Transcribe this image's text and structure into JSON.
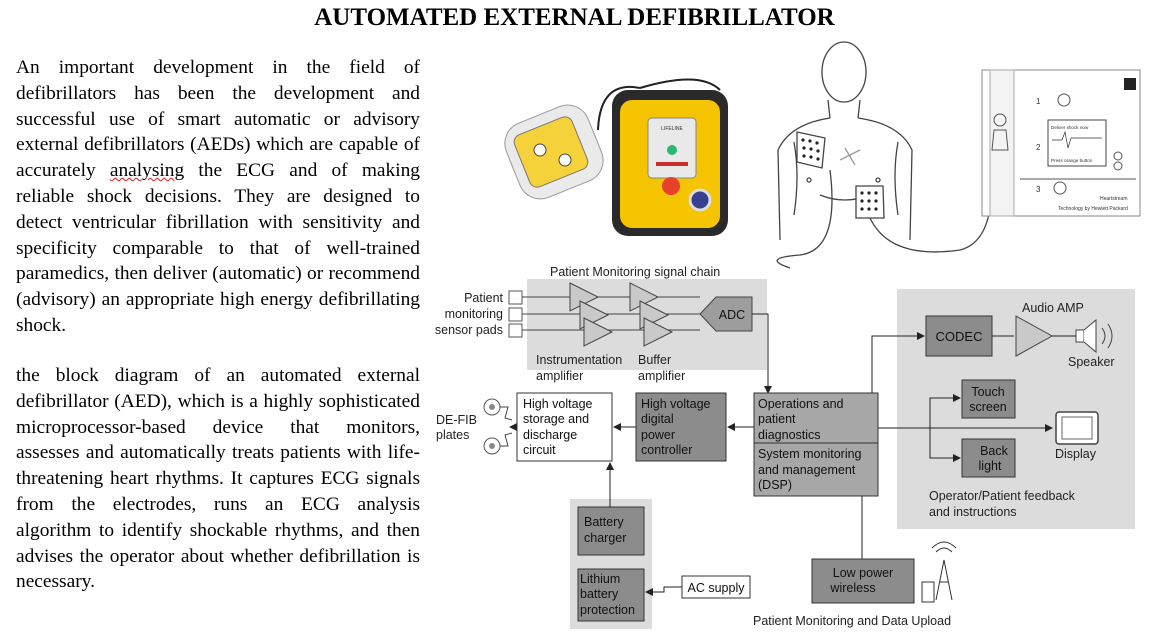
{
  "page": {
    "title": "AUTOMATED EXTERNAL DEFIBRILLATOR"
  },
  "text": {
    "para1_before": "An important development in the field of defibrillators has been the development and successful use of smart automatic or advisory external defibrillators (AEDs) which are capable of accurately ",
    "para1_flagged": "analysing",
    "para1_after": " the ECG and of making reliable shock decisions. They are designed to detect ventricular fibrillation with sensitivity and specificity comparable to that of well-trained paramedics, then deliver (automatic) or recommend (advisory) an appropriate high energy defibrillating shock.",
    "para2": "the block diagram of an automated external defibrillator (AED), which is a highly sophisticated microprocessor-based device that monitors, assesses and automatically treats patients with life-threatening heart rhythms. It captures ECG signals from the electrodes, runs an ECG analysis algorithm to identify shockable rhythms, and then advises the operator about whether defibrillation is necessary."
  },
  "photos": {
    "aed_device_brand": "LIFELINE",
    "panel": {
      "step1": "1",
      "step2": "2",
      "step3": "3",
      "screen_line1": "Deliver shock now",
      "screen_line2": "Press orange button",
      "brand": "Heartstream",
      "footer": "Technology by Hewlett Packard"
    }
  },
  "diagram": {
    "chain_title": "Patient Monitoring signal chain",
    "pads_label": [
      "Patient",
      "monitoring",
      "sensor pads"
    ],
    "adc": "ADC",
    "instr_amp": [
      "Instrumentation",
      "amplifier"
    ],
    "buffer_amp": [
      "Buffer",
      "amplifier"
    ],
    "defib_plates": [
      "DE-FIB",
      "plates"
    ],
    "hv_storage": [
      "High voltage",
      "storage and",
      "discharge",
      "circuit"
    ],
    "hv_power": [
      "High voltage",
      "digital",
      "power",
      "controller"
    ],
    "ops_diag": [
      "Operations and",
      "patient",
      "diagnostics"
    ],
    "sys_mon": [
      "System monitoring",
      "and management",
      "(DSP)"
    ],
    "codec": "CODEC",
    "audio_amp": "Audio AMP",
    "speaker": "Speaker",
    "touch_screen": [
      "Touch",
      "screen"
    ],
    "back_light": [
      "Back",
      "light"
    ],
    "display": "Display",
    "feedback": [
      "Operator/Patient feedback",
      "and instructions"
    ],
    "battery_charger": [
      "Battery",
      "charger"
    ],
    "lithium": [
      "Lithium",
      "battery",
      "protection"
    ],
    "ac_supply": "AC supply",
    "low_power": [
      "Low power",
      "wireless"
    ],
    "upload": "Patient Monitoring and Data Upload"
  }
}
